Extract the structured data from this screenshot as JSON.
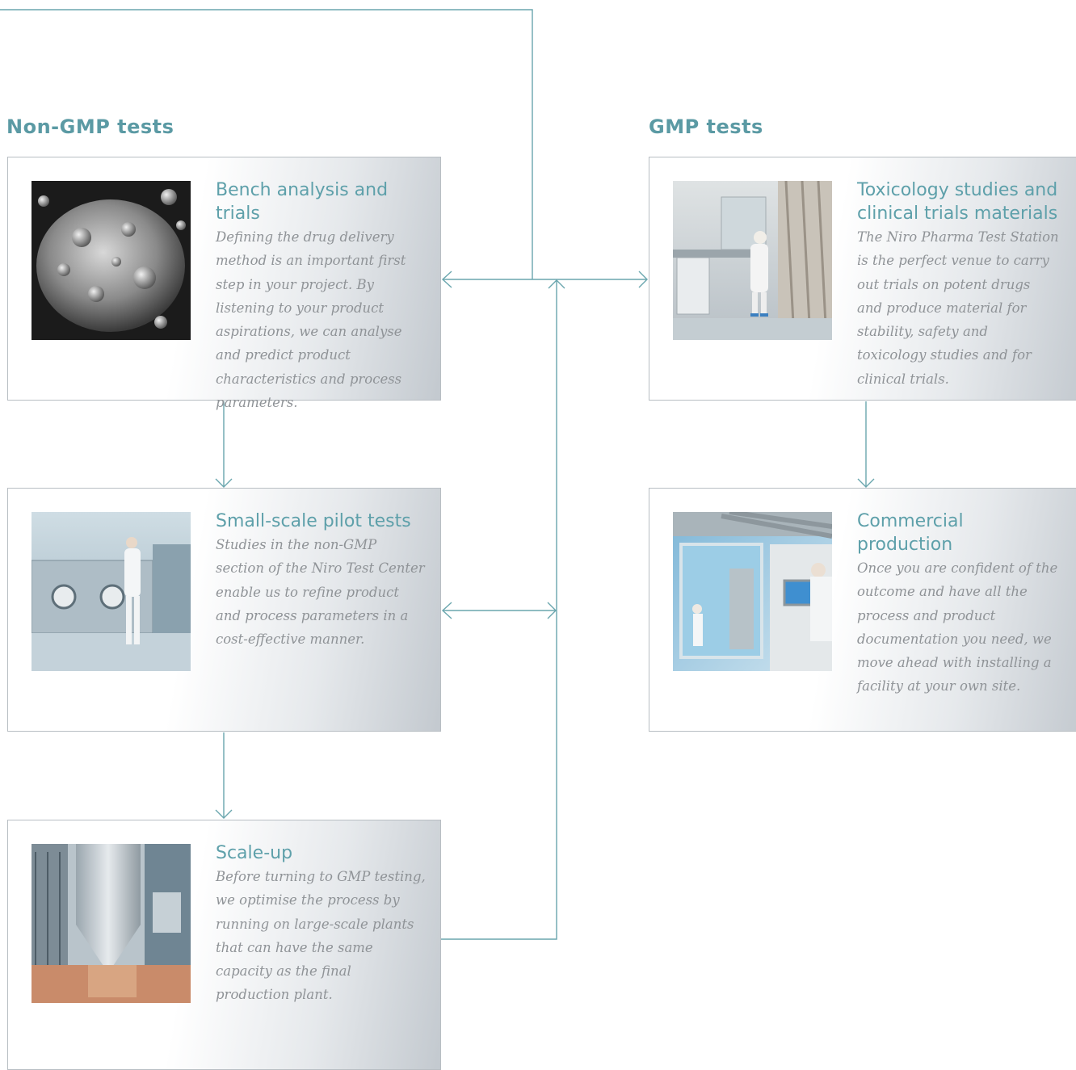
{
  "columns": {
    "non_gmp": {
      "title": "Non-GMP tests"
    },
    "gmp": {
      "title": "GMP tests"
    }
  },
  "steps": {
    "bench": {
      "title": "Bench analysis and trials",
      "body": "Defining the drug delivery method is an important first step in your project. By listening to your product aspirations, we can analyse and predict product characteristics and process parameters.",
      "photo": "microscope image of spherical particles"
    },
    "pilot": {
      "title": "Small-scale pilot tests",
      "body": "Studies in the non-GMP section of the Niro Test Center enable us to refine product and process parameters in a cost-effective manner.",
      "photo": "technician at glove-box isolator"
    },
    "scaleup": {
      "title": "Scale-up",
      "body": "Before turning to GMP testing, we optimise the process by running on large-scale plants that can have the same capacity as the final production plant.",
      "photo": "large-scale spray drying plant"
    },
    "toxicology": {
      "title": "Toxicology studies and clinical trials materials",
      "body": "The Niro Pharma Test Station is the perfect venue to carry out trials on potent drugs and produce material for stability, safety and toxicology studies and for clinical trials.",
      "photo": "technician in cleanroom"
    },
    "commercial": {
      "title": "Commercial production",
      "body": "Once you are confident of the outcome and have all the process and product documentation you need, we move ahead with installing a facility at your own site.",
      "photo": "operator at production equipment control panel"
    }
  },
  "colors": {
    "accent": "#5b9aa4",
    "connector": "#6aa6ae",
    "body_text": "#8f9397",
    "box_border": "#b8bec3"
  }
}
